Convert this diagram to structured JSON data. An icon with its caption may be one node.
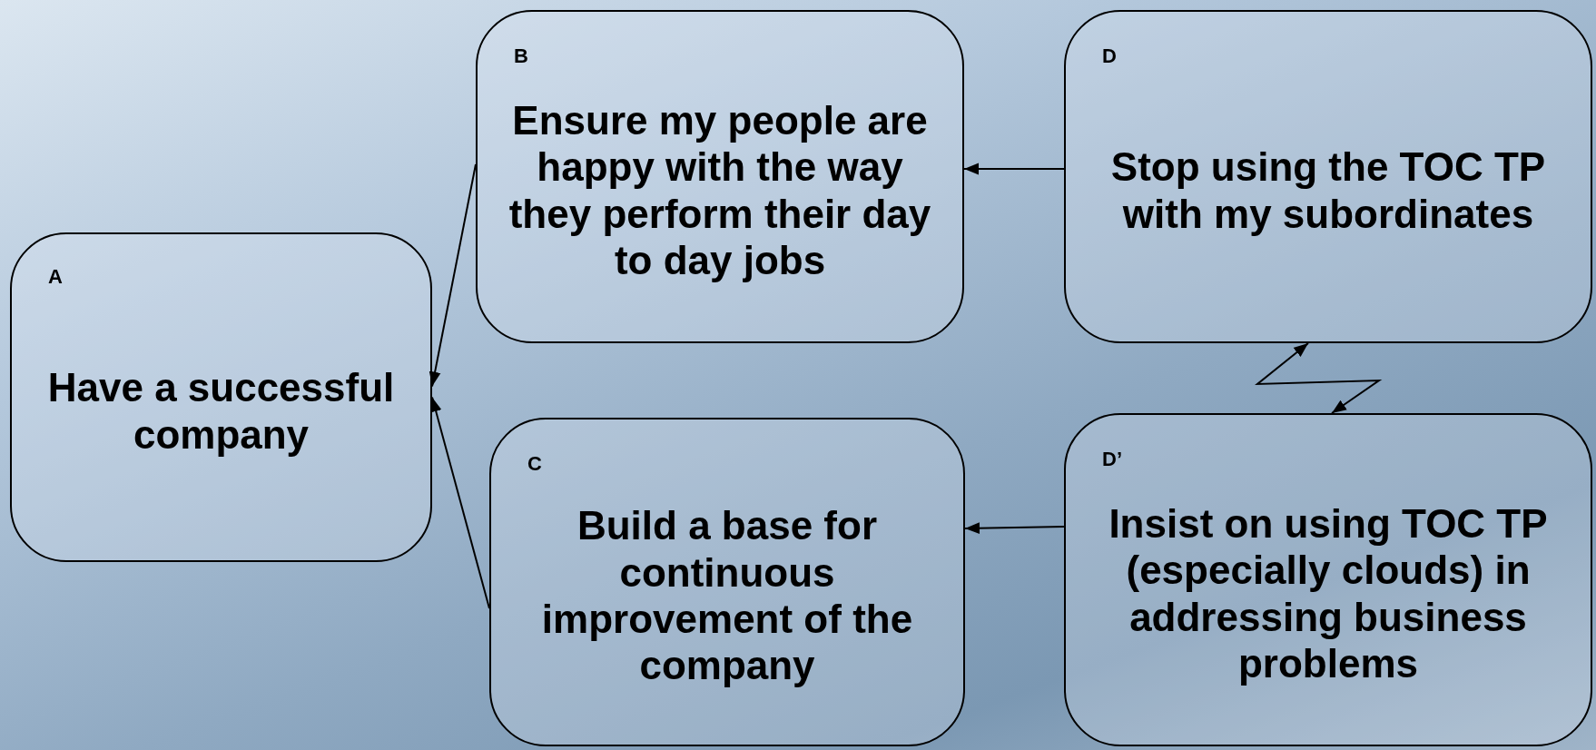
{
  "diagram": {
    "nodes": [
      {
        "text": [
          "A",
          "Have a successful company"
        ]
      },
      {
        "text": [
          "B",
          "Ensure my people are happy with the way they perform their day to day jobs"
        ]
      },
      {
        "text": [
          "C",
          "Build a base for continuous improvement of the company"
        ]
      },
      {
        "text": [
          "D",
          "Stop using the TOC TP with my subordinates"
        ]
      },
      {
        "text": [
          "D’",
          "Insist on using TOC TP (especially clouds) in addressing business problems"
        ]
      }
    ],
    "edges": [
      {
        "from": 1,
        "to": 0,
        "arrow": "to"
      },
      {
        "from": 2,
        "to": 0,
        "arrow": "to"
      },
      {
        "from": 3,
        "to": 1,
        "arrow": "to"
      },
      {
        "from": 4,
        "to": 2,
        "arrow": "to"
      },
      {
        "from": 4,
        "to": 3,
        "arrow": "both"
      }
    ]
  }
}
